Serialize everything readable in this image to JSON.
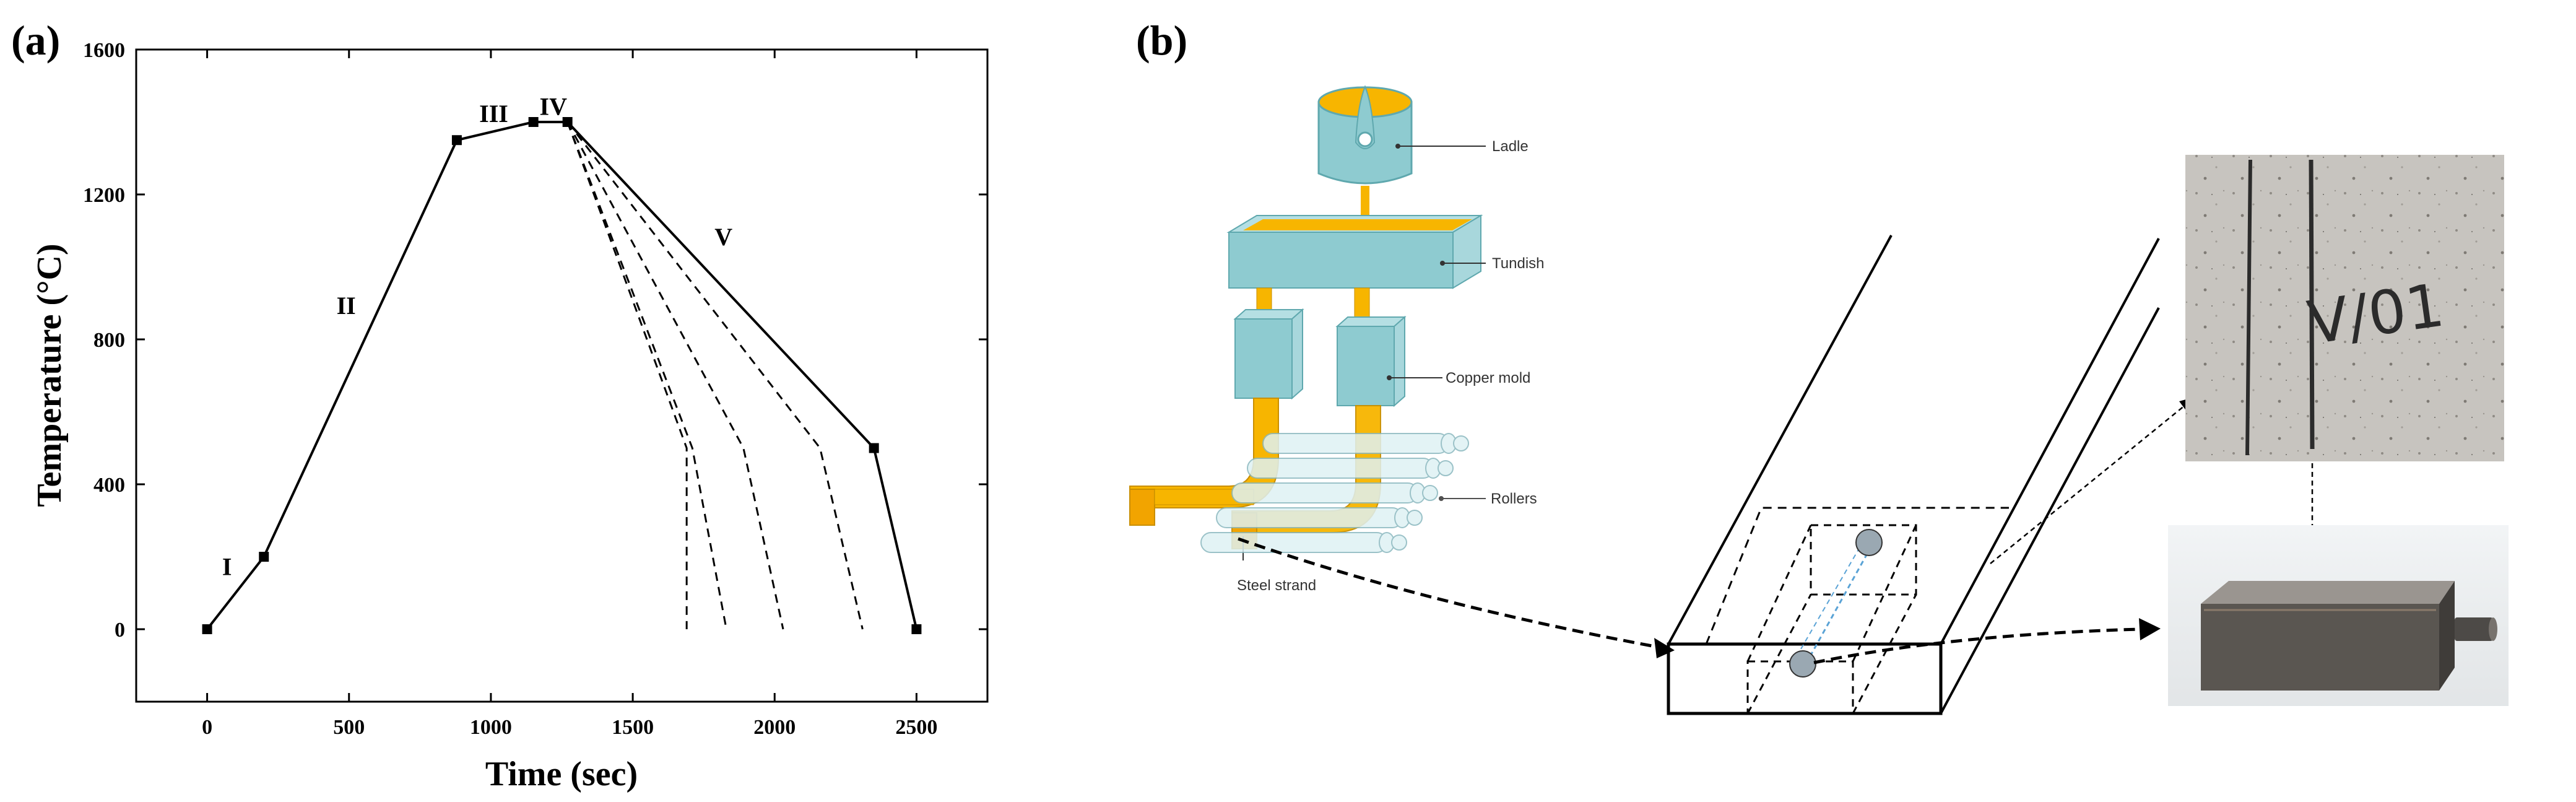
{
  "panel_a": {
    "label": "(a)",
    "stage_labels": [
      "I",
      "II",
      "III",
      "IV",
      "V"
    ]
  },
  "panel_b": {
    "label": "(b)",
    "diagram_labels": {
      "ladle": "Ladle",
      "tundish": "Tundish",
      "copper_mold": "Copper mold",
      "rollers": "Rollers",
      "steel_strand": "Steel strand"
    },
    "sample_marking": "V/01"
  },
  "colors": {
    "steel_teal": "#8ecbd0",
    "steel_teal_dark": "#5fa8ae",
    "molten_orange": "#f7b500",
    "roller_blue": "#dff1f4",
    "line": "#000000"
  },
  "chart_data": {
    "type": "line",
    "title": "",
    "xlabel": "Time (sec)",
    "ylabel": "Temperature (°C)",
    "xlim": [
      -250,
      2750
    ],
    "ylim": [
      -200,
      1600
    ],
    "xticks": [
      0,
      500,
      1000,
      1500,
      2000,
      2500
    ],
    "yticks": [
      0,
      400,
      800,
      1200,
      1600
    ],
    "x_tick_labels": [
      "0",
      "500",
      "1000",
      "1500",
      "2000",
      "2500"
    ],
    "y_tick_labels": [
      "0",
      "400",
      "800",
      "1200",
      "1600"
    ],
    "series": [
      {
        "style": "solid",
        "markers": true,
        "points": [
          [
            0,
            0
          ],
          [
            200,
            200
          ],
          [
            880,
            1350
          ],
          [
            1150,
            1400
          ],
          [
            1270,
            1400
          ],
          [
            2350,
            500
          ],
          [
            2500,
            0
          ]
        ]
      },
      {
        "style": "dashed",
        "markers": false,
        "points": [
          [
            1270,
            1400
          ],
          [
            1690,
            500
          ],
          [
            1690,
            0
          ]
        ]
      },
      {
        "style": "dashed",
        "markers": false,
        "points": [
          [
            1270,
            1400
          ],
          [
            1710,
            500
          ],
          [
            1830,
            0
          ]
        ]
      },
      {
        "style": "dashed",
        "markers": false,
        "points": [
          [
            1270,
            1400
          ],
          [
            1890,
            500
          ],
          [
            2030,
            0
          ]
        ]
      },
      {
        "style": "dashed",
        "markers": false,
        "points": [
          [
            1270,
            1400
          ],
          [
            2160,
            500
          ],
          [
            2310,
            0
          ]
        ]
      }
    ],
    "stage_annotations": [
      {
        "text": "I",
        "x": 70,
        "y": 150
      },
      {
        "text": "II",
        "x": 490,
        "y": 870
      },
      {
        "text": "III",
        "x": 1010,
        "y": 1400
      },
      {
        "text": "IV",
        "x": 1220,
        "y": 1420
      },
      {
        "text": "V",
        "x": 1820,
        "y": 1060
      }
    ],
    "grid": false,
    "legend": "none"
  }
}
